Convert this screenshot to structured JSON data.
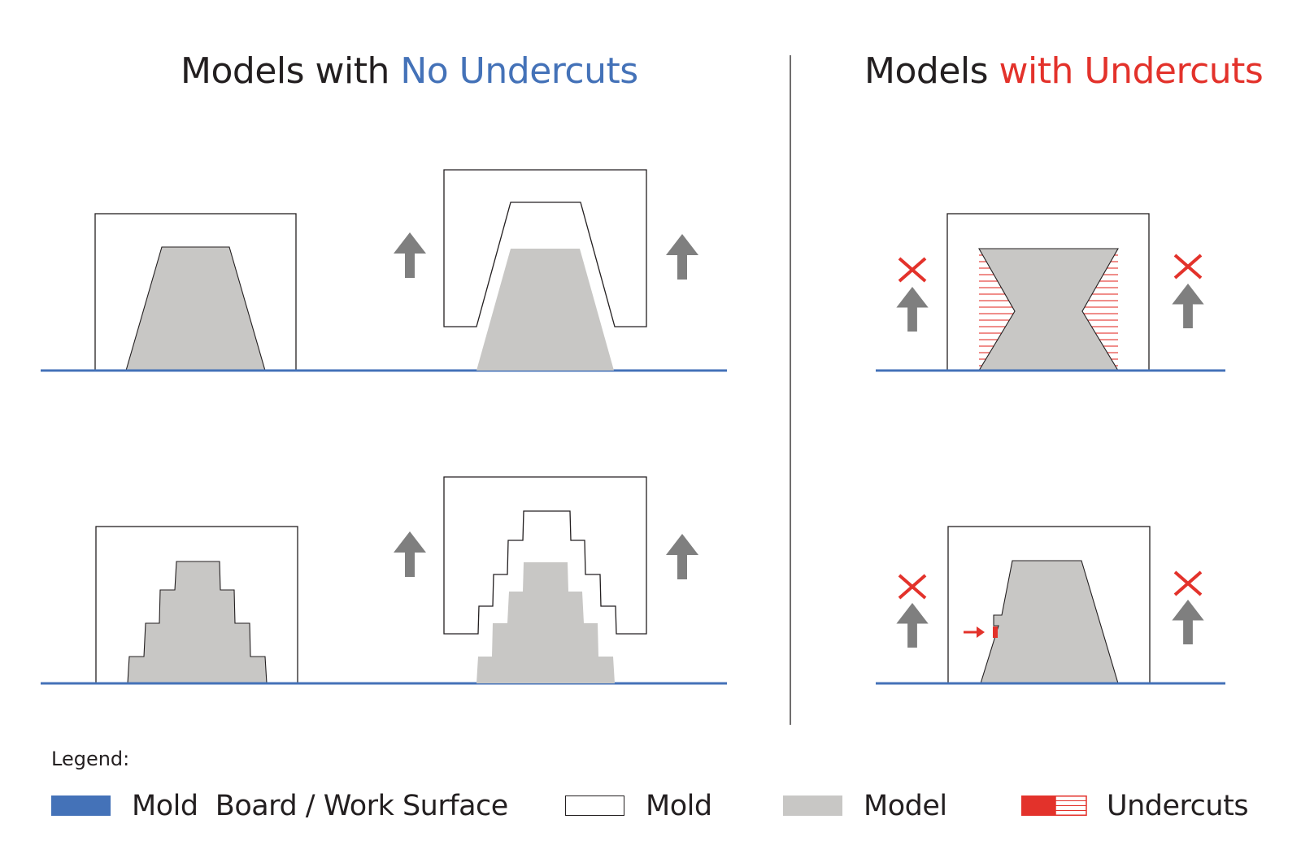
{
  "titles": {
    "left": {
      "prefix": "Models with ",
      "highlight": "No Undercuts"
    },
    "right": {
      "prefix": "Models ",
      "highlight": "with Undercuts"
    }
  },
  "legend": {
    "heading": "Legend:",
    "items": [
      {
        "key": "board",
        "label": "Mold  Board / Work Surface"
      },
      {
        "key": "mold",
        "label": "Mold"
      },
      {
        "key": "model",
        "label": "Model"
      },
      {
        "key": "undercuts",
        "label": "Undercuts"
      }
    ]
  },
  "colors": {
    "board": "#4472b8",
    "model": "#c8c7c5",
    "undercut": "#e3322b",
    "arrow": "#7f7f7f",
    "outline": "#231f20",
    "title_blue": "#4472b8",
    "title_red": "#e3322b"
  }
}
